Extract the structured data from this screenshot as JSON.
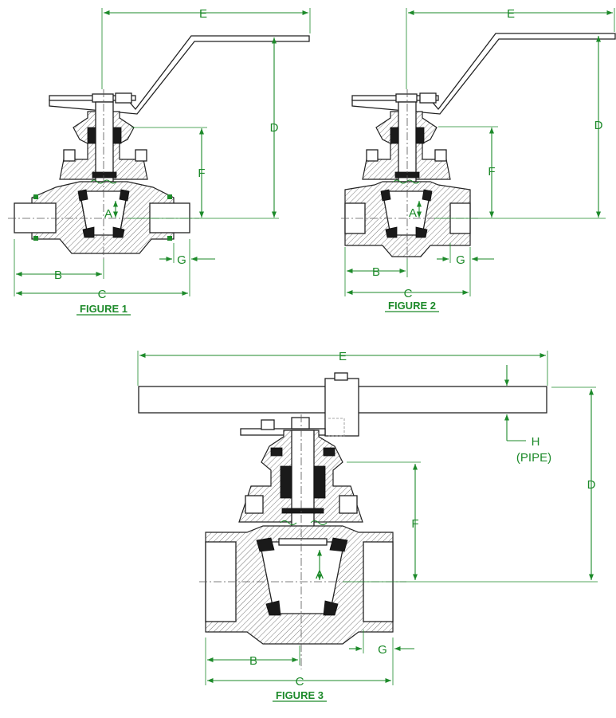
{
  "labels": {
    "dim_a": "A",
    "dim_b": "B",
    "dim_c": "C",
    "dim_d": "D",
    "dim_e": "E",
    "dim_f": "F",
    "dim_g": "G",
    "dim_h": "H",
    "pipe_note": "(PIPE)"
  },
  "captions": {
    "figure1": "FIGURE 1",
    "figure2": "FIGURE 2",
    "figure3": "FIGURE 3"
  },
  "colors": {
    "dimension": "#1d8a2a",
    "outline": "#222222",
    "seal": "#1a1a1a"
  }
}
